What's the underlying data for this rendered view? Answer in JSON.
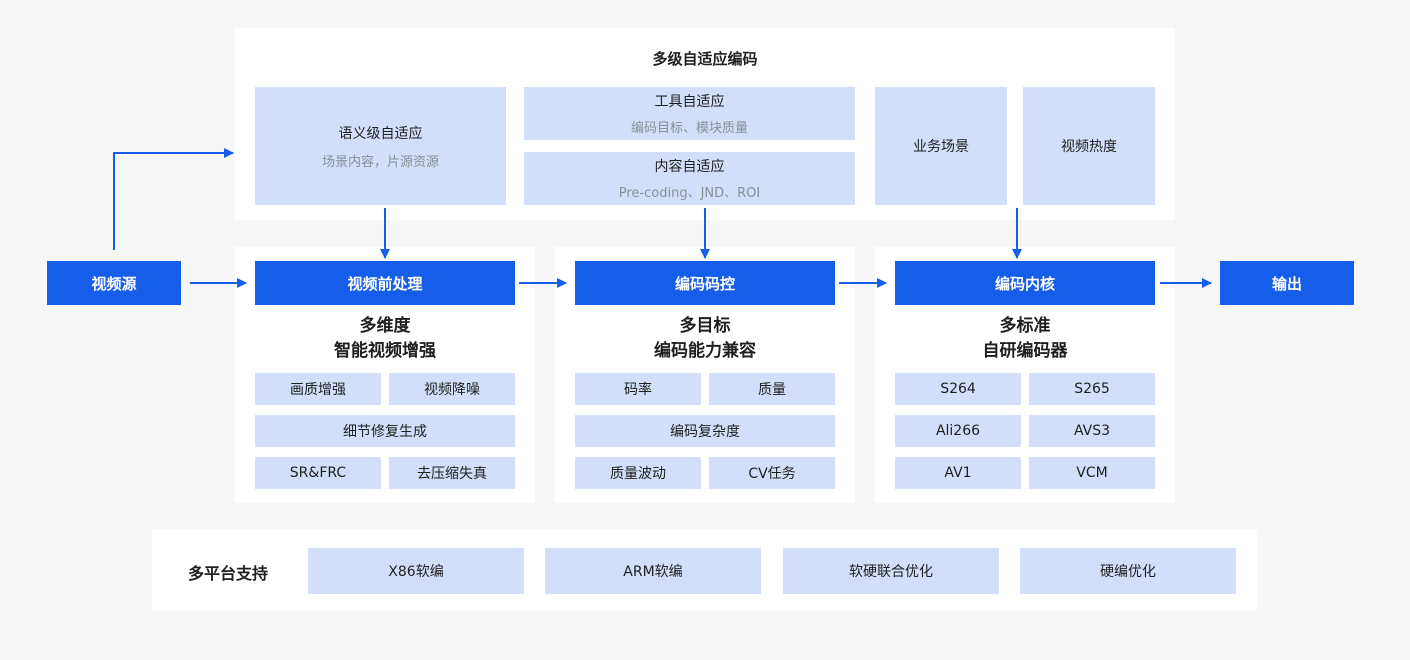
{
  "adaptive": {
    "title": "多级自适应编码",
    "semantic": {
      "title": "语义级自适应",
      "desc": "场景内容，片源资源"
    },
    "tool": {
      "title": "工具自适应",
      "desc": "编码目标、模块质量"
    },
    "content": {
      "title": "内容自适应",
      "desc": "Pre-coding、JND、ROI"
    },
    "business": "业务场景",
    "heat": "视频热度"
  },
  "pipeline": {
    "source": "视频源",
    "preprocess": "视频前处理",
    "ratecontrol": "编码码控",
    "kernel": "编码内核",
    "output": "输出"
  },
  "enhance": {
    "line1": "多维度",
    "line2": "智能视频增强",
    "items": [
      "画质增强",
      "视频降噪",
      "细节修复生成",
      "SR&FRC",
      "去压缩失真"
    ]
  },
  "multitarget": {
    "line1": "多目标",
    "line2": "编码能力兼容",
    "items": [
      "码率",
      "质量",
      "编码复杂度",
      "质量波动",
      "CV任务"
    ]
  },
  "standards": {
    "line1": "多标准",
    "line2": "自研编码器",
    "items": [
      "S264",
      "S265",
      "Ali266",
      "AVS3",
      "AV1",
      "VCM"
    ]
  },
  "platform": {
    "label": "多平台支持",
    "items": [
      "X86软编",
      "ARM软编",
      "软硬联合优化",
      "硬编优化"
    ]
  },
  "colors": {
    "primary": "#165dea",
    "light_block": "#d3defa",
    "panel": "#ffffff",
    "background": "#f7f7f7"
  }
}
